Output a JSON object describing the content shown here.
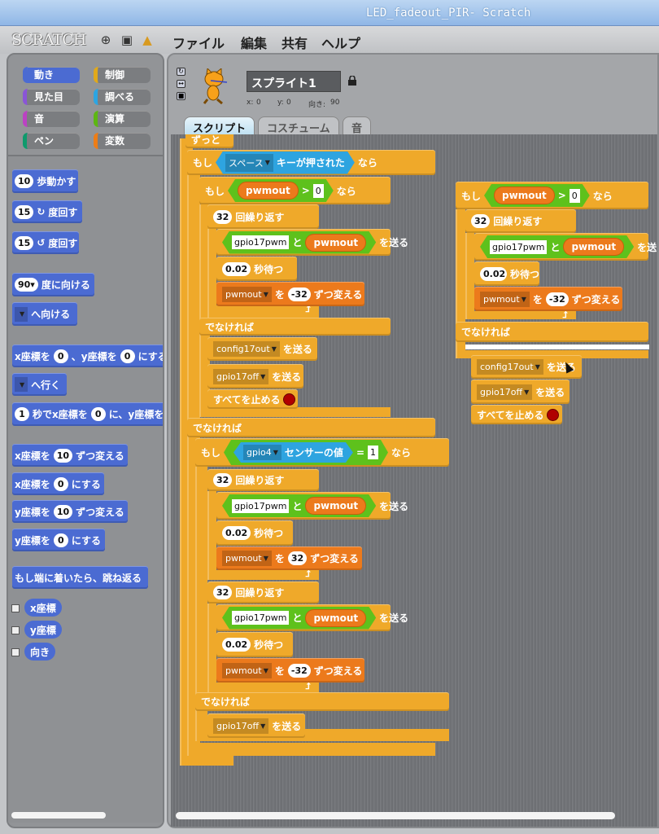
{
  "window": {
    "title": "LED_fadeout_PIR- Scratch"
  },
  "menu": {
    "logo": "SCRATCH",
    "items": [
      "ファイル",
      "編集",
      "共有",
      "ヘルプ"
    ],
    "icons": [
      "globe-icon",
      "save-icon",
      "share-icon"
    ]
  },
  "categories": [
    {
      "label": "動き",
      "color": "#4b6bd2",
      "active": true
    },
    {
      "label": "制御",
      "color": "#e1a91a"
    },
    {
      "label": "見た目",
      "color": "#8a55d7"
    },
    {
      "label": "調べる",
      "color": "#2ca5e2"
    },
    {
      "label": "音",
      "color": "#bb42c3"
    },
    {
      "label": "演算",
      "color": "#5cb712"
    },
    {
      "label": "ペン",
      "color": "#0e9a6c"
    },
    {
      "label": "変数",
      "color": "#ee7d16"
    }
  ],
  "sprite": {
    "name": "スプライト1",
    "x_label": "x:",
    "x": "0",
    "y_label": "y:",
    "y": "0",
    "dir_label": "向き:",
    "dir": "90"
  },
  "tabs": [
    "スクリプト",
    "コスチューム",
    "音"
  ],
  "palette": {
    "blocks": [
      {
        "parts": [
          {
            "k": "num",
            "v": "10"
          },
          {
            "k": "text",
            "v": "歩動かす"
          }
        ]
      },
      {
        "parts": [
          {
            "k": "num",
            "v": "15"
          },
          {
            "k": "icon",
            "v": "rotate-cw-icon",
            "g": "↻"
          },
          {
            "k": "text",
            "v": "度回す"
          }
        ]
      },
      {
        "parts": [
          {
            "k": "num",
            "v": "15"
          },
          {
            "k": "icon",
            "v": "rotate-ccw-icon",
            "g": "↺"
          },
          {
            "k": "text",
            "v": "度回す"
          }
        ]
      },
      {
        "parts": [
          {
            "k": "num",
            "v": "90▾"
          },
          {
            "k": "text",
            "v": "度に向ける"
          }
        ]
      },
      {
        "parts": [
          {
            "k": "dd",
            "v": ""
          },
          {
            "k": "text",
            "v": "へ向ける"
          }
        ]
      },
      {
        "parts": [
          {
            "k": "text",
            "v": "x座標を"
          },
          {
            "k": "num",
            "v": "0"
          },
          {
            "k": "text",
            "v": "、y座標を"
          },
          {
            "k": "num",
            "v": "0"
          },
          {
            "k": "text",
            "v": "にする"
          }
        ]
      },
      {
        "parts": [
          {
            "k": "dd",
            "v": ""
          },
          {
            "k": "text",
            "v": "へ行く"
          }
        ]
      },
      {
        "parts": [
          {
            "k": "num",
            "v": "1"
          },
          {
            "k": "text",
            "v": "秒でx座標を"
          },
          {
            "k": "num",
            "v": "0"
          },
          {
            "k": "text",
            "v": "に、y座標を"
          }
        ]
      },
      {
        "parts": [
          {
            "k": "text",
            "v": "x座標を"
          },
          {
            "k": "num",
            "v": "10"
          },
          {
            "k": "text",
            "v": "ずつ変える"
          }
        ]
      },
      {
        "parts": [
          {
            "k": "text",
            "v": "x座標を"
          },
          {
            "k": "num",
            "v": "0"
          },
          {
            "k": "text",
            "v": "にする"
          }
        ]
      },
      {
        "parts": [
          {
            "k": "text",
            "v": "y座標を"
          },
          {
            "k": "num",
            "v": "10"
          },
          {
            "k": "text",
            "v": "ずつ変える"
          }
        ]
      },
      {
        "parts": [
          {
            "k": "text",
            "v": "y座標を"
          },
          {
            "k": "num",
            "v": "0"
          },
          {
            "k": "text",
            "v": "にする"
          }
        ]
      },
      {
        "parts": [
          {
            "k": "text",
            "v": "もし端に着いたら、跳ね返る"
          }
        ]
      }
    ],
    "checkboxes": [
      "x座標",
      "y座標",
      "向き"
    ]
  },
  "script": {
    "blocks": {
      "forever": {
        "parts": [
          {
            "k": "text",
            "v": "ずっと"
          }
        ]
      },
      "if1": {
        "parts": [
          {
            "k": "text",
            "v": "もし"
          },
          {
            "k": "key",
            "parts": [
              {
                "k": "dd",
                "v": "スペース"
              },
              {
                "k": "text",
                "v": "キーが押された"
              }
            ]
          },
          {
            "k": "text",
            "v": "なら"
          }
        ]
      },
      "if2": {
        "parts": [
          {
            "k": "text",
            "v": "もし"
          },
          {
            "k": "op",
            "parts": [
              {
                "k": "rep",
                "v": "pwmout"
              },
              {
                "k": "text",
                "v": ">"
              },
              {
                "k": "str",
                "v": "0"
              }
            ]
          },
          {
            "k": "text",
            "v": "なら"
          }
        ]
      },
      "rep1": {
        "parts": [
          {
            "k": "num",
            "v": "32"
          },
          {
            "k": "text",
            "v": "回繰り返す"
          }
        ]
      },
      "send1": {
        "parts": [
          {
            "k": "op",
            "parts": [
              {
                "k": "str",
                "v": "gpio17pwm"
              },
              {
                "k": "text",
                "v": "と"
              },
              {
                "k": "rep",
                "v": "pwmout"
              }
            ]
          },
          {
            "k": "text",
            "v": "を送る"
          }
        ]
      },
      "wait1": {
        "parts": [
          {
            "k": "num",
            "v": "0.02"
          },
          {
            "k": "text",
            "v": "秒待つ"
          }
        ]
      },
      "chg1": {
        "parts": [
          {
            "k": "dd",
            "v": "pwmout"
          },
          {
            "k": "text",
            "v": "を"
          },
          {
            "k": "num",
            "v": "-32"
          },
          {
            "k": "text",
            "v": "ずつ変える"
          }
        ]
      },
      "else2": {
        "parts": [
          {
            "k": "text",
            "v": "でなければ"
          }
        ]
      },
      "cfg1": {
        "parts": [
          {
            "k": "dd",
            "v": "config17out"
          },
          {
            "k": "text",
            "v": "を送る"
          }
        ]
      },
      "off1": {
        "parts": [
          {
            "k": "dd",
            "v": "gpio17off"
          },
          {
            "k": "text",
            "v": "を送る"
          }
        ]
      },
      "stop1": {
        "parts": [
          {
            "k": "text",
            "v": "すべてを止める"
          },
          {
            "k": "stop"
          }
        ]
      },
      "else1": {
        "parts": [
          {
            "k": "text",
            "v": "でなければ"
          }
        ]
      },
      "if3": {
        "parts": [
          {
            "k": "text",
            "v": "もし"
          },
          {
            "k": "op",
            "parts": [
              {
                "k": "sens",
                "parts": [
                  {
                    "k": "dd",
                    "v": "gpio4"
                  },
                  {
                    "k": "text",
                    "v": "センサーの値"
                  }
                ]
              },
              {
                "k": "text",
                "v": "="
              },
              {
                "k": "str",
                "v": "1"
              }
            ]
          },
          {
            "k": "text",
            "v": "なら"
          }
        ]
      },
      "rep2": {
        "parts": [
          {
            "k": "num",
            "v": "32"
          },
          {
            "k": "text",
            "v": "回繰り返す"
          }
        ]
      },
      "send2": {
        "parts": [
          {
            "k": "op",
            "parts": [
              {
                "k": "str",
                "v": "gpio17pwm"
              },
              {
                "k": "text",
                "v": "と"
              },
              {
                "k": "rep",
                "v": "pwmout"
              }
            ]
          },
          {
            "k": "text",
            "v": "を送る"
          }
        ]
      },
      "wait2": {
        "parts": [
          {
            "k": "num",
            "v": "0.02"
          },
          {
            "k": "text",
            "v": "秒待つ"
          }
        ]
      },
      "chg2": {
        "parts": [
          {
            "k": "dd",
            "v": "pwmout"
          },
          {
            "k": "text",
            "v": "を"
          },
          {
            "k": "num",
            "v": "32"
          },
          {
            "k": "text",
            "v": "ずつ変える"
          }
        ]
      },
      "rep3": {
        "parts": [
          {
            "k": "num",
            "v": "32"
          },
          {
            "k": "text",
            "v": "回繰り返す"
          }
        ]
      },
      "send3": {
        "parts": [
          {
            "k": "op",
            "parts": [
              {
                "k": "str",
                "v": "gpio17pwm"
              },
              {
                "k": "text",
                "v": "と"
              },
              {
                "k": "rep",
                "v": "pwmout"
              }
            ]
          },
          {
            "k": "text",
            "v": "を送る"
          }
        ]
      },
      "wait3": {
        "parts": [
          {
            "k": "num",
            "v": "0.02"
          },
          {
            "k": "text",
            "v": "秒待つ"
          }
        ]
      },
      "chg3": {
        "parts": [
          {
            "k": "dd",
            "v": "pwmout"
          },
          {
            "k": "text",
            "v": "を"
          },
          {
            "k": "num",
            "v": "-32"
          },
          {
            "k": "text",
            "v": "ずつ変える"
          }
        ]
      },
      "else3": {
        "parts": [
          {
            "k": "text",
            "v": "でなければ"
          }
        ]
      },
      "off2": {
        "parts": [
          {
            "k": "dd",
            "v": "gpio17off"
          },
          {
            "k": "text",
            "v": "を送る"
          }
        ]
      },
      "if4": {
        "parts": [
          {
            "k": "text",
            "v": "もし"
          },
          {
            "k": "op",
            "parts": [
              {
                "k": "rep",
                "v": "pwmout"
              },
              {
                "k": "text",
                "v": ">"
              },
              {
                "k": "str",
                "v": "0"
              }
            ]
          },
          {
            "k": "text",
            "v": "なら"
          }
        ]
      },
      "rep4": {
        "parts": [
          {
            "k": "num",
            "v": "32"
          },
          {
            "k": "text",
            "v": "回繰り返す"
          }
        ]
      },
      "send4": {
        "parts": [
          {
            "k": "op",
            "parts": [
              {
                "k": "str",
                "v": "gpio17pwm"
              },
              {
                "k": "text",
                "v": "と"
              },
              {
                "k": "rep",
                "v": "pwmout"
              }
            ]
          },
          {
            "k": "text",
            "v": "を送る"
          }
        ]
      },
      "wait4": {
        "parts": [
          {
            "k": "num",
            "v": "0.02"
          },
          {
            "k": "text",
            "v": "秒待つ"
          }
        ]
      },
      "chg4": {
        "parts": [
          {
            "k": "dd",
            "v": "pwmout"
          },
          {
            "k": "text",
            "v": "を"
          },
          {
            "k": "num",
            "v": "-32"
          },
          {
            "k": "text",
            "v": "ずつ変える"
          }
        ]
      },
      "else4": {
        "parts": [
          {
            "k": "text",
            "v": "でなければ"
          }
        ]
      },
      "cfg2": {
        "parts": [
          {
            "k": "dd",
            "v": "config17out"
          },
          {
            "k": "text",
            "v": "を送る"
          }
        ]
      },
      "off3": {
        "parts": [
          {
            "k": "dd",
            "v": "gpio17off"
          },
          {
            "k": "text",
            "v": "を送る"
          }
        ]
      },
      "stop2": {
        "parts": [
          {
            "k": "text",
            "v": "すべてを止める"
          },
          {
            "k": "stop"
          }
        ]
      }
    }
  }
}
